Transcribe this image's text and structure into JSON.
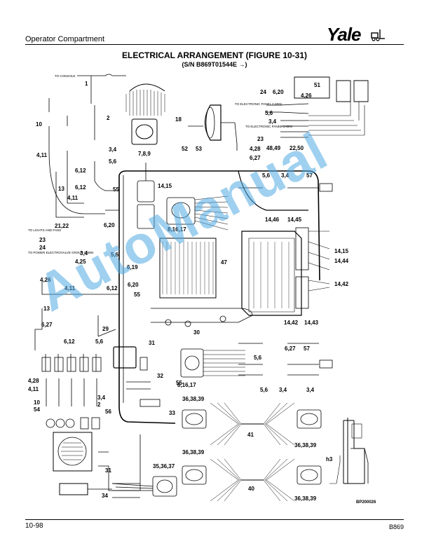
{
  "header": {
    "section_title": "Operator Compartment",
    "logo_text": "Yale",
    "logo_icon": "forklift-icon"
  },
  "figure": {
    "title": "ELECTRICAL ARRANGEMENT (FIGURE 10-31)",
    "subtitle": "(S/N B869T01544E →)",
    "drawing_number": "BP200026"
  },
  "notes": {
    "to_console": "TO CONSOLE",
    "to_electronic_panel_cabin_1": "TO ELECTRONIC PANEL CABIN",
    "to_electronic_panel_cabin_2": "TO ELECTRONIC PANEL CABIN",
    "to_lights_and_fans": "TO LIGHTS AND FANS",
    "to_power_electrovalve": "TO POWER ELECTROVALVE GROUP CABIN",
    "h3_label": "h3"
  },
  "callouts": {
    "c1": "1",
    "c2": "2",
    "c10": "10",
    "c4_11": "4,11",
    "c3_4": "3,4",
    "c5_6": "5,6",
    "c7_8_9": "7,8,9",
    "c18": "18",
    "c52": "52",
    "c53": "53",
    "c24": "24",
    "c6_20": "6,20",
    "c4_26": "4,26",
    "c51": "51",
    "c5_6b": "5,6",
    "c3_4b": "3,4",
    "c23": "23",
    "c48_49": "48,49",
    "c22_50": "22,50",
    "c4_28": "4,28",
    "c6_27": "6,27",
    "c6_12a": "6,12",
    "c6_12b": "6,12",
    "c13": "13",
    "c4_11b": "4,11",
    "c55": "55",
    "c14_15": "14,15",
    "c8_16_17": "8,16,17",
    "c5_6c": "5,6",
    "c3_4c": "3,4",
    "c57": "57",
    "c21_22": "21,22",
    "c6_20b": "6,20",
    "c23b": "23",
    "c24b": "24",
    "c3_4d": "3,4",
    "c5_6d": "5,6",
    "c4_25": "4,25",
    "c6_19": "6,19",
    "c4_26b": "4,26",
    "c6_20c": "6,20",
    "c4_11c": "4,11",
    "c6_12c": "6,12",
    "c55b": "55",
    "c47": "47",
    "c14_46": "14,46",
    "c14_45": "14,45",
    "c14_15b": "14,15",
    "c14_44": "14,44",
    "c14_42a": "14,42",
    "c14_42b": "14,42",
    "c14_43": "14,43",
    "c30": "30",
    "c13b": "13",
    "c6_27b": "6,27",
    "c29": "29",
    "c6_12d": "6,12",
    "c5_6e": "5,6",
    "c4_28b": "4,28",
    "c4_11d": "4,11",
    "c10b": "10",
    "c54": "54",
    "c3_4e": "3,4",
    "c2b": "2",
    "c56": "56",
    "c31": "31",
    "c32": "32",
    "c55c": "55",
    "c33": "33",
    "c8_16_17b": "8,16,17",
    "c6_27c": "6,27",
    "c57b": "57",
    "c5_6f": "5,6",
    "c5_6g": "5,6",
    "c3_4f": "3,4",
    "c3_4g": "3,4",
    "c36_38_39a": "36,38,39",
    "c41": "41",
    "c36_38_39b": "36,38,39",
    "c31b": "31",
    "c36_38_39c": "36,38,39",
    "c35_36_37": "35,36,37",
    "c40": "40",
    "c36_38_39d": "36,38,39",
    "c34": "34"
  },
  "footer": {
    "page_number": "10-98",
    "model": "B869"
  },
  "watermark": "AutoManual"
}
